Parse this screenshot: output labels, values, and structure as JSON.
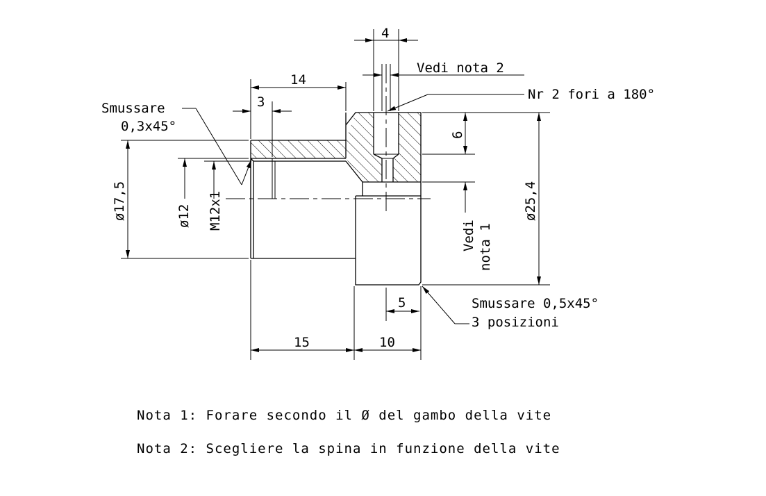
{
  "dimensions": {
    "d4": "4",
    "d14": "14",
    "d3": "3",
    "d6": "6",
    "d5": "5",
    "d15": "15",
    "d10": "10",
    "dia17": "ø17,5",
    "dia12": "ø12",
    "m12": "M12x1",
    "dia25": "ø25,4"
  },
  "labels": {
    "vedi_nota2": "Vedi nota 2",
    "fori": "Nr 2 fori a 180°",
    "smussare1_line1": "Smussare",
    "smussare1_line2": "0,3x45°",
    "vedi_nota1_line1": "Vedi",
    "vedi_nota1_line2": "nota 1",
    "smussare2_line1": "Smussare 0,5x45°",
    "smussare2_line2": "3 posizioni"
  },
  "notes": {
    "nota1": "Nota 1: Forare secondo il Ø del gambo della vite",
    "nota2": "Nota 2: Scegliere la spina in funzione della vite"
  }
}
